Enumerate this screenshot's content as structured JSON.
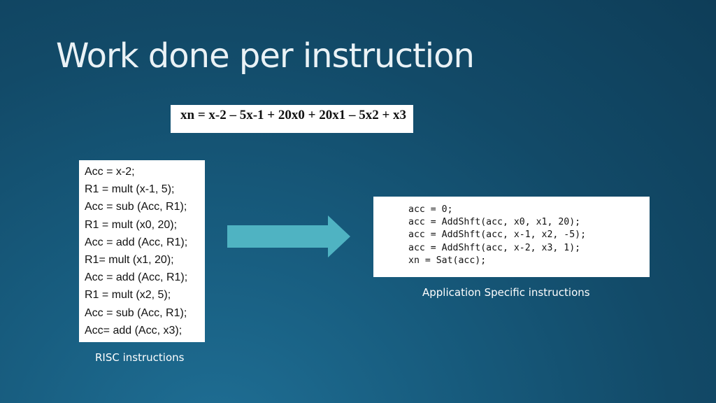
{
  "slide": {
    "title": "Work done per instruction",
    "equation": "xn = x-2 – 5x-1 + 20x0 + 20x1 – 5x2 + x3",
    "risc_instructions": [
      "Acc = x-2;",
      "R1 = mult (x-1, 5);",
      "Acc = sub (Acc, R1);",
      "R1 = mult (x0, 20);",
      "Acc = add (Acc, R1);",
      "R1= mult (x1, 20);",
      "Acc = add (Acc, R1);",
      "R1 = mult (x2, 5);",
      "Acc = sub (Acc, R1);",
      "Acc= add (Acc, x3);"
    ],
    "asi_instructions": [
      "acc = 0;",
      "acc = AddShft(acc, x0, x1, 20);",
      "acc = AddShft(acc, x-1, x2, -5);",
      "acc = AddShft(acc, x-2, x3, 1);",
      "xn = Sat(acc);"
    ],
    "asi_caption": "Application Specific instructions",
    "risc_caption": "RISC instructions",
    "arrow_color": "#4fb3c2"
  }
}
